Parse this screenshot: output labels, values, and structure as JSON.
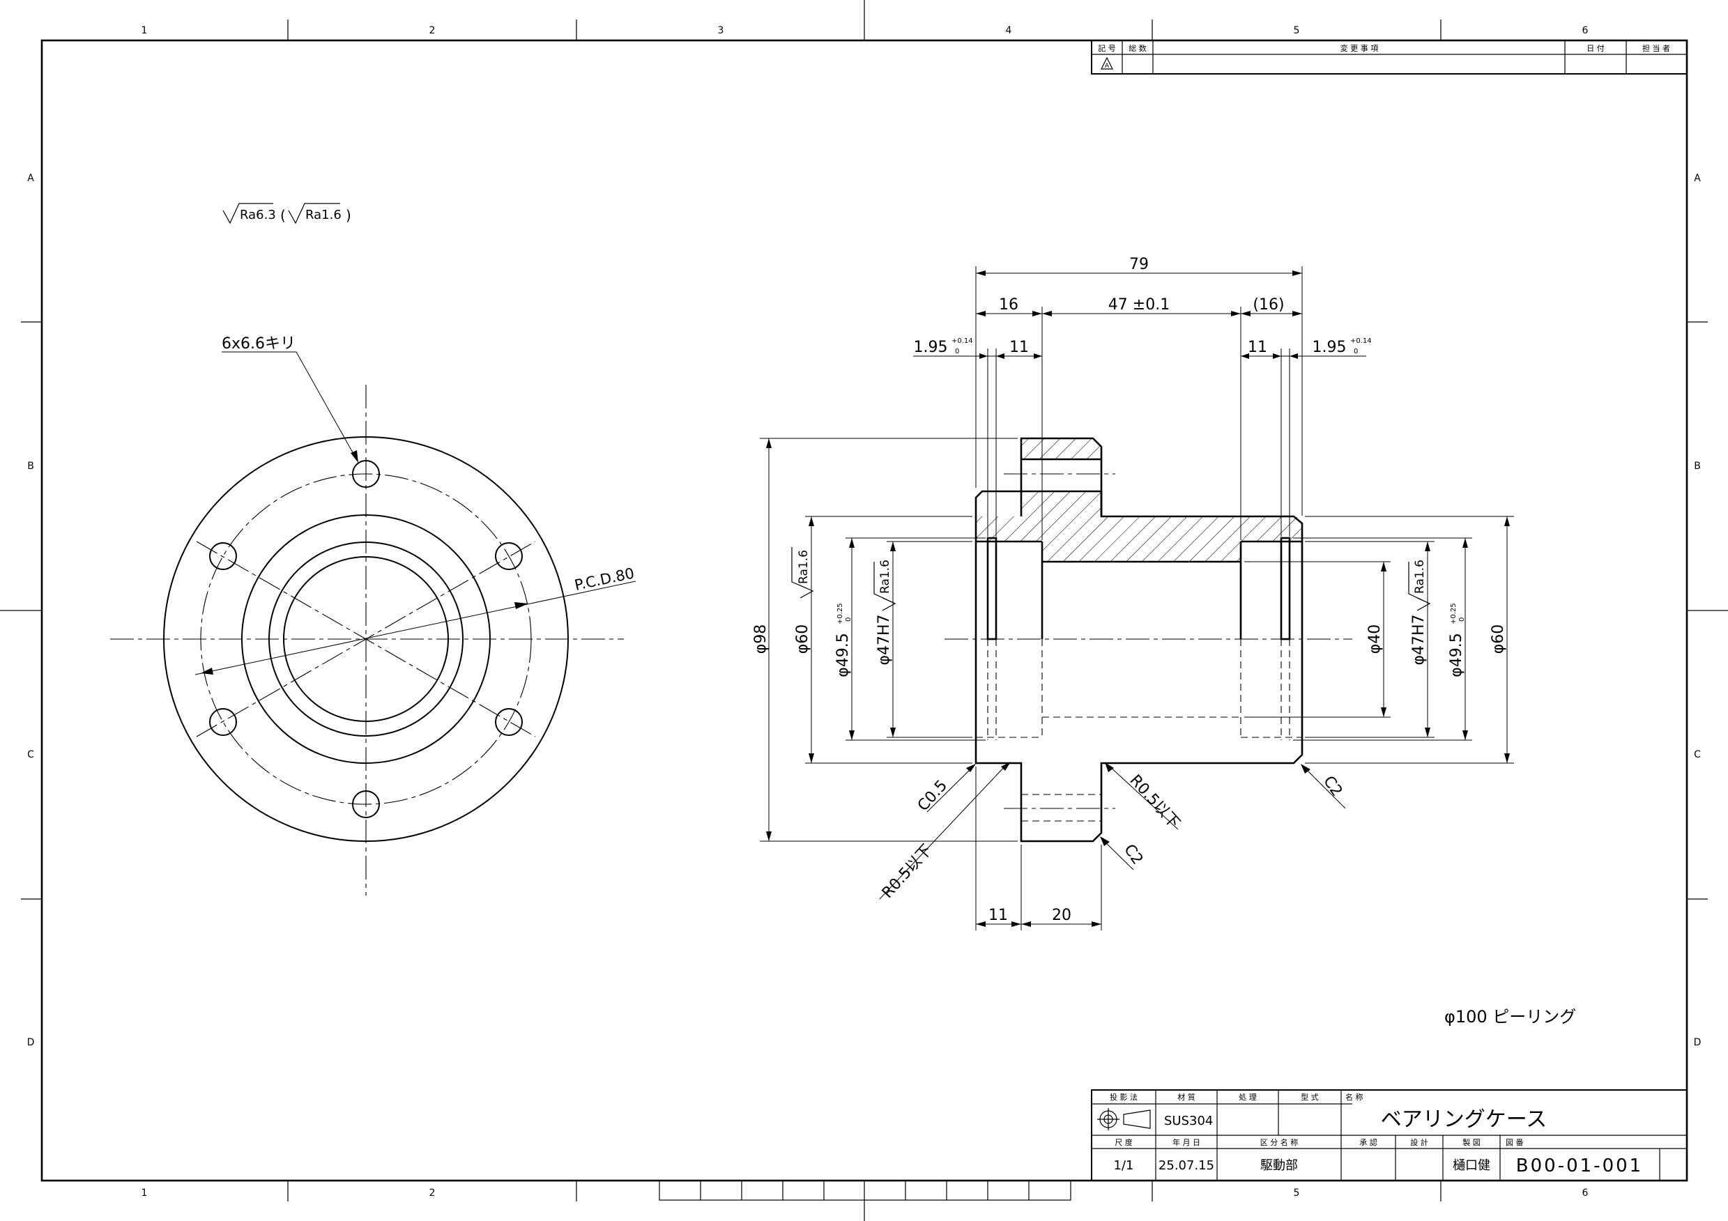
{
  "frame": {
    "column_refs": [
      "1",
      "2",
      "3",
      "4",
      "5",
      "6"
    ],
    "row_refs": [
      "A",
      "B",
      "C",
      "D"
    ]
  },
  "revision_block": {
    "col_symbol": "記 号",
    "col_count": "総 数",
    "col_change": "変 更 事 項",
    "col_date": "日 付",
    "col_person": "担 当 者",
    "rev_mark": "A"
  },
  "surface_finish": {
    "general": "Ra6.3",
    "special": "Ra1.6"
  },
  "front_view": {
    "holes_note": "6x6.6キリ",
    "pcd_note": "P.C.D.80"
  },
  "section_view": {
    "dims": {
      "overall": "79",
      "left_flange": "16",
      "center": "47 ±0.1",
      "right_ref": "(16)",
      "groove_left": "1.95",
      "groove_right": "1.95",
      "groove_tol_upper": "+0.14",
      "groove_tol_lower": "0",
      "bore_left": "11",
      "bore_right": "11",
      "dia_98": "φ98",
      "dia_60_left": "φ60",
      "dia_495_left": "φ49.5",
      "dia_47h7_left": "φ47H7",
      "dia_40": "φ40",
      "dia_47h7_right": "φ47H7",
      "dia_495_right": "φ49.5",
      "dia_60_right": "φ60",
      "dia_tol_upper": "+0.25",
      "dia_tol_lower": "0",
      "ra_bore": "Ra1.6",
      "bottom_left": "11",
      "bottom_right": "20"
    },
    "callouts": {
      "c05": "C0.5",
      "r05_left": "R0.5以下",
      "r05_right": "R0.5以下",
      "c2_right": "C2",
      "c2_bottom": "C2"
    },
    "note": "φ100 ピーリング"
  },
  "title_block": {
    "lbl_projection": "投 影 法",
    "lbl_material": "材 質",
    "lbl_treatment": "処 理",
    "lbl_model": "型 式",
    "lbl_name": "名 称",
    "material": "SUS304",
    "part_name": "ベアリングケース",
    "lbl_scale": "尺 度",
    "lbl_date": "年 月 日",
    "lbl_category": "区 分 名 称",
    "lbl_approve": "承 認",
    "lbl_design": "設 計",
    "lbl_draw": "製 図",
    "lbl_number": "図 番",
    "scale": "1/1",
    "date": "25.07.15",
    "category": "駆動部",
    "drafter": "樋口健",
    "drawing_number": "B00-01-001"
  }
}
